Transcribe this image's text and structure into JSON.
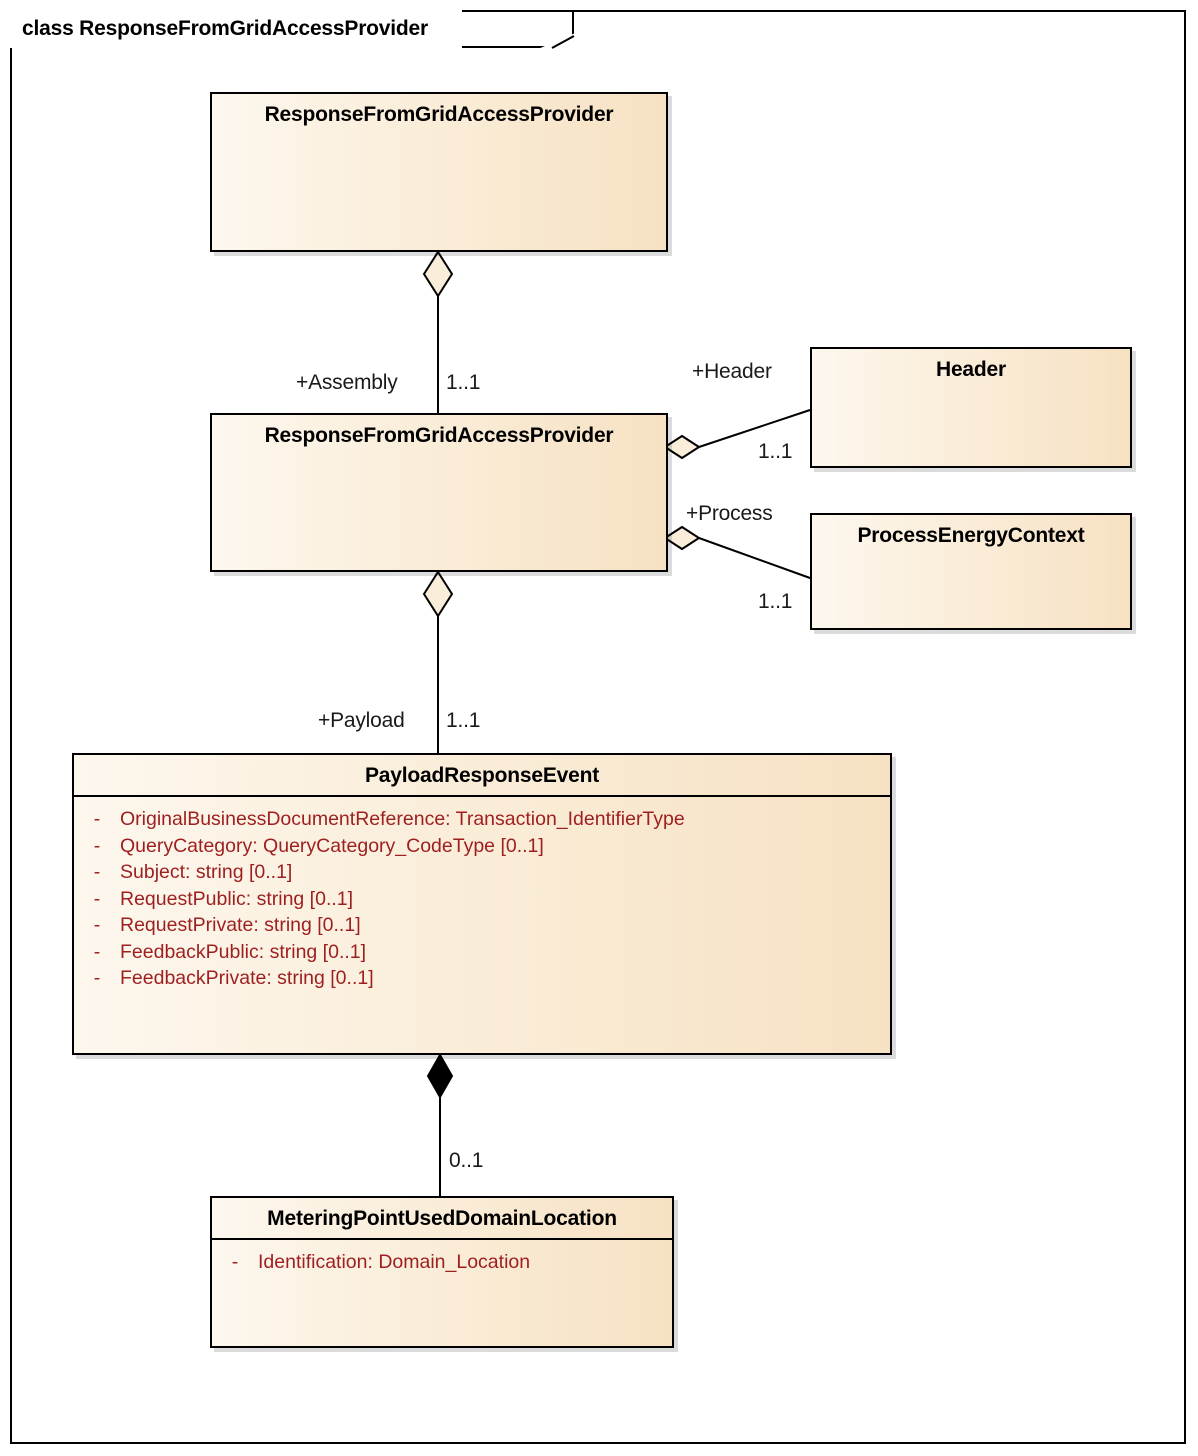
{
  "frame": {
    "keyword": "class",
    "name": "ResponseFromGridAccessProvider",
    "label": "class ResponseFromGridAccessProvider"
  },
  "colors": {
    "class_fill_light": "#fdf7ee",
    "class_fill_mid": "#faeeda",
    "class_fill_dark": "#f7e1c3",
    "border": "#000000",
    "attribute_text": "#9e1f1f",
    "title_text": "#000000",
    "label_text": "#1a1a1a",
    "background": "#ffffff",
    "shadow": "rgba(0,0,0,0.14)"
  },
  "classes": [
    {
      "id": "root",
      "name": "ResponseFromGridAccessProvider",
      "attributes": [],
      "has_divider": false
    },
    {
      "id": "assembly",
      "name": "ResponseFromGridAccessProvider",
      "attributes": [],
      "has_divider": false
    },
    {
      "id": "header",
      "name": "Header",
      "attributes": [],
      "has_divider": false
    },
    {
      "id": "process",
      "name": "ProcessEnergyContext",
      "attributes": [],
      "has_divider": false
    },
    {
      "id": "payload",
      "name": "PayloadResponseEvent",
      "has_divider": true,
      "attributes": [
        {
          "visibility": "-",
          "text": "OriginalBusinessDocumentReference: Transaction_IdentifierType"
        },
        {
          "visibility": "-",
          "text": "QueryCategory: QueryCategory_CodeType [0..1]"
        },
        {
          "visibility": "-",
          "text": "Subject: string [0..1]"
        },
        {
          "visibility": "-",
          "text": "RequestPublic: string [0..1]"
        },
        {
          "visibility": "-",
          "text": "RequestPrivate: string [0..1]"
        },
        {
          "visibility": "-",
          "text": "FeedbackPublic: string [0..1]"
        },
        {
          "visibility": "-",
          "text": "FeedbackPrivate: string [0..1]"
        }
      ]
    },
    {
      "id": "meteringpoint",
      "name": "MeteringPointUsedDomainLocation",
      "has_divider": true,
      "attributes": [
        {
          "visibility": "-",
          "text": "Identification: Domain_Location"
        }
      ]
    }
  ],
  "associations": [
    {
      "id": "assembly",
      "role": "+Assembly",
      "multiplicity": "1..1",
      "kind": "aggregation",
      "source": "root",
      "target": "assembly"
    },
    {
      "id": "header",
      "role": "+Header",
      "multiplicity": "1..1",
      "kind": "aggregation",
      "source": "assembly",
      "target": "header"
    },
    {
      "id": "process",
      "role": "+Process",
      "multiplicity": "1..1",
      "kind": "aggregation",
      "source": "assembly",
      "target": "process"
    },
    {
      "id": "payload",
      "role": "+Payload",
      "multiplicity": "1..1",
      "kind": "aggregation",
      "source": "assembly",
      "target": "payload"
    },
    {
      "id": "meteringpoint",
      "role": "",
      "multiplicity": "0..1",
      "kind": "composition",
      "source": "payload",
      "target": "meteringpoint"
    }
  ]
}
